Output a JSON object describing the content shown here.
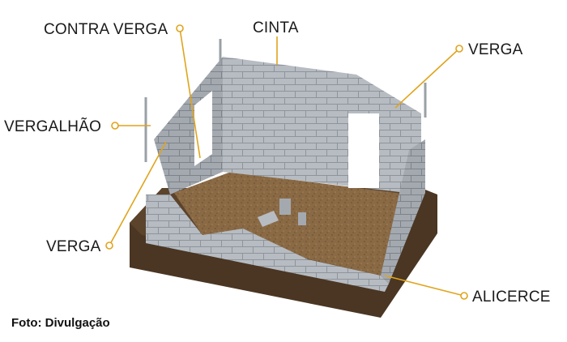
{
  "labels": {
    "contra_verga": "CONTRA VERGA",
    "cinta": "CINTA",
    "verga_right": "VERGA",
    "vergalhao": "VERGALHÃO",
    "verga_left": "VERGA",
    "alicerce": "ALICERCE"
  },
  "credit": "Foto: Divulgação",
  "colors": {
    "leader": "#e0a41c",
    "block": "#b7bcc2",
    "mortar": "#8e949b",
    "floor": "#8a6a45",
    "foundation": "#4a3623"
  }
}
